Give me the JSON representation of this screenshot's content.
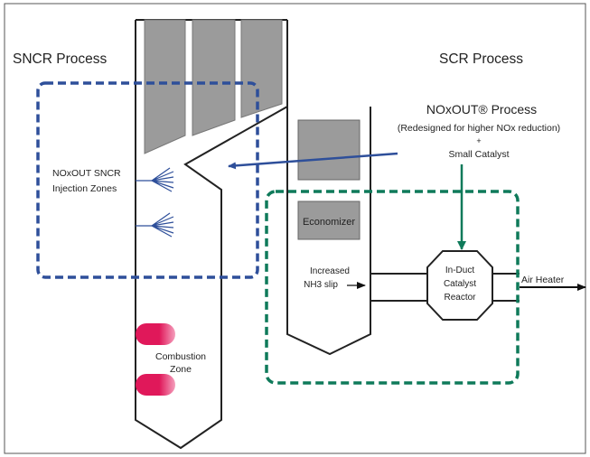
{
  "labels": {
    "sncr_process": "SNCR Process",
    "scr_process": "SCR Process",
    "noxout_process": "NOxOUT® Process",
    "noxout_subtitle": "(Redesigned for higher NOx reduction)",
    "plus": "+",
    "small_catalyst": "Small Catalyst",
    "injection_zones_line1": "NOxOUT SNCR",
    "injection_zones_line2": "Injection Zones",
    "economizer": "Economizer",
    "increased_line1": "Increased",
    "increased_line2": "NH3 slip",
    "reactor_line1": "In-Duct",
    "reactor_line2": "Catalyst",
    "reactor_line3": "Reactor",
    "air_heater": "Air Heater",
    "combustion_line1": "Combustion",
    "combustion_line2": "Zone"
  },
  "colors": {
    "sncr_box": "#2e4f9a",
    "scr_box": "#0f7a5a",
    "injection_arrow": "#2e4f9a",
    "catalyst_arrow": "#0f7a5a",
    "tube_fill": "#9b9b9b",
    "flame": "#e0185a",
    "line": "#222222"
  }
}
